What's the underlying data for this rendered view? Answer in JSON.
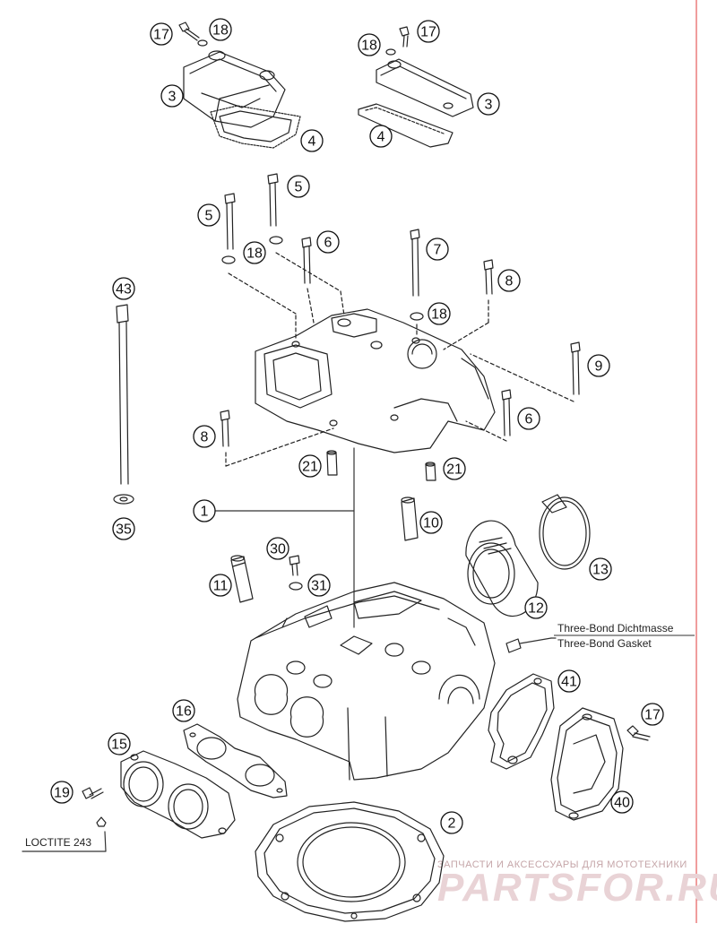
{
  "callouts": [
    {
      "id": "c-17-a",
      "label": "17"
    },
    {
      "id": "c-18-a",
      "label": "18"
    },
    {
      "id": "c-3-a",
      "label": "3"
    },
    {
      "id": "c-4-a",
      "label": "4"
    },
    {
      "id": "c-18-b",
      "label": "18"
    },
    {
      "id": "c-17-b",
      "label": "17"
    },
    {
      "id": "c-3-b",
      "label": "3"
    },
    {
      "id": "c-4-b",
      "label": "4"
    },
    {
      "id": "c-5-a",
      "label": "5"
    },
    {
      "id": "c-5-b",
      "label": "5"
    },
    {
      "id": "c-18-c",
      "label": "18"
    },
    {
      "id": "c-6-a",
      "label": "6"
    },
    {
      "id": "c-7",
      "label": "7"
    },
    {
      "id": "c-8-a",
      "label": "8"
    },
    {
      "id": "c-18-d",
      "label": "18"
    },
    {
      "id": "c-43",
      "label": "43"
    },
    {
      "id": "c-9",
      "label": "9"
    },
    {
      "id": "c-6-b",
      "label": "6"
    },
    {
      "id": "c-8-b",
      "label": "8"
    },
    {
      "id": "c-21-a",
      "label": "21"
    },
    {
      "id": "c-21-b",
      "label": "21"
    },
    {
      "id": "c-1",
      "label": "1"
    },
    {
      "id": "c-10",
      "label": "10"
    },
    {
      "id": "c-35",
      "label": "35"
    },
    {
      "id": "c-30",
      "label": "30"
    },
    {
      "id": "c-31",
      "label": "31"
    },
    {
      "id": "c-11",
      "label": "11"
    },
    {
      "id": "c-13",
      "label": "13"
    },
    {
      "id": "c-12",
      "label": "12"
    },
    {
      "id": "c-41",
      "label": "41"
    },
    {
      "id": "c-16",
      "label": "16"
    },
    {
      "id": "c-15",
      "label": "15"
    },
    {
      "id": "c-17-c",
      "label": "17"
    },
    {
      "id": "c-19",
      "label": "19"
    },
    {
      "id": "c-40",
      "label": "40"
    },
    {
      "id": "c-2",
      "label": "2"
    }
  ],
  "notes": {
    "sealant_line1": "Three-Bond Dichtmasse",
    "sealant_line2": "Three-Bond Gasket",
    "loctite": "LOCTITE 243"
  },
  "watermark": {
    "tagline": "ЗАПЧАСТИ И АКСЕССУАРЫ ДЛЯ МОТОТЕХНИКИ",
    "brand": "PARTSFOR.RU"
  },
  "colors": {
    "ink": "#222222",
    "margin_line": "#e23b3b",
    "watermark": "#e9d3d6"
  }
}
